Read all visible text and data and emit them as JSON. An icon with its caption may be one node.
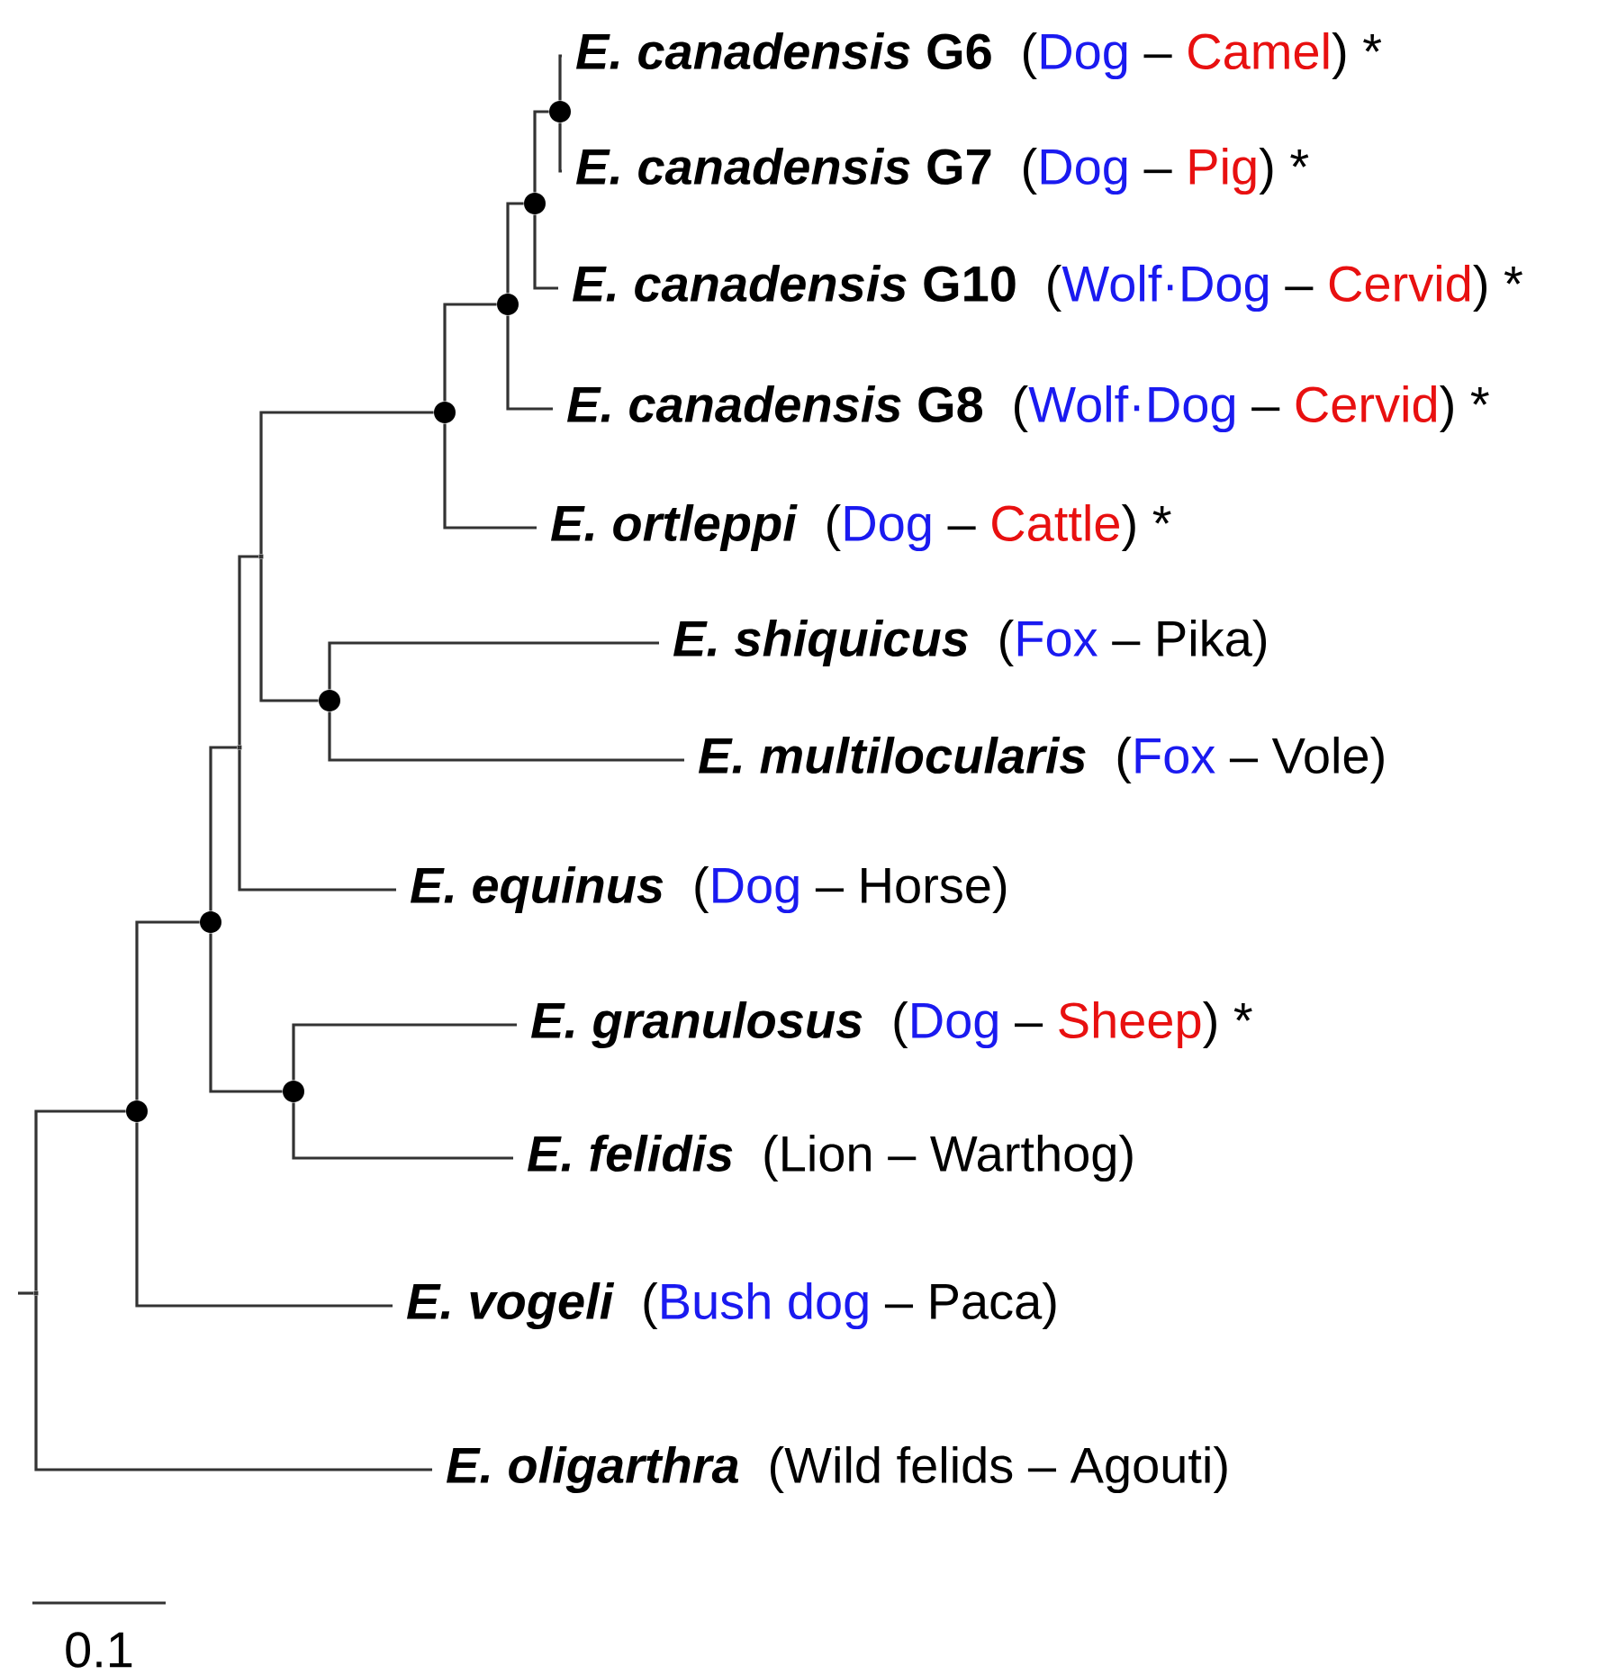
{
  "diagram": {
    "nodes": [
      {
        "text": [
          "*E. canadensis* G6",
          "(",
          "Dog",
          "–",
          "Camel",
          ")",
          "*"
        ]
      },
      {
        "text": [
          "*E. canadensis* G7",
          "(",
          "Dog",
          "–",
          "Pig",
          ")",
          "*"
        ]
      },
      {
        "text": [
          "*E. canadensis* G10",
          "(",
          "Wolf·Dog",
          "–",
          "Cervid",
          ")",
          "*"
        ]
      },
      {
        "text": [
          "*E. canadensis* G8",
          "(",
          "Wolf·Dog",
          "–",
          "Cervid",
          ")",
          "*"
        ]
      },
      {
        "text": [
          "E. ortleppi",
          "(",
          "Dog",
          "–",
          "Cattle",
          ")",
          "*"
        ]
      },
      {
        "text": [
          "E. shiquicus",
          "(",
          "Fox",
          "–",
          "Pika",
          ")"
        ]
      },
      {
        "text": [
          "E. multilocularis",
          "(",
          "Fox",
          "–",
          "Vole",
          ")"
        ]
      },
      {
        "text": [
          "E. equinus",
          "(",
          "Dog",
          "–",
          "Horse",
          ")"
        ]
      },
      {
        "text": [
          "E. granulosus",
          "(",
          "Dog",
          "–",
          "Sheep",
          ")",
          "*"
        ]
      },
      {
        "text": [
          "E. felidis",
          "(",
          "Lion",
          "–",
          "Warthog",
          ")"
        ]
      },
      {
        "text": [
          "E. vogeli",
          "(",
          "Bush dog",
          "–",
          "Paca",
          ")"
        ]
      },
      {
        "text": [
          "E. oligarthra",
          "(",
          "Wild felids",
          "–",
          "Agouti",
          ")"
        ]
      },
      {
        "text": [],
        "shape": "circle"
      },
      {
        "text": [],
        "shape": "circle"
      },
      {
        "text": [],
        "shape": "circle"
      },
      {
        "text": [],
        "shape": "circle"
      },
      {
        "text": [],
        "shape": "junction"
      },
      {
        "text": [],
        "shape": "circle"
      },
      {
        "text": [],
        "shape": "junction"
      },
      {
        "text": [],
        "shape": "circle"
      },
      {
        "text": [],
        "shape": "circle"
      },
      {
        "text": [],
        "shape": "circle"
      },
      {
        "text": [],
        "shape": "junction"
      }
    ],
    "edges": [
      {
        "from": 12,
        "to": 0,
        "arrow": "none"
      },
      {
        "from": 12,
        "to": 1,
        "arrow": "none"
      },
      {
        "from": 13,
        "to": 12,
        "arrow": "none"
      },
      {
        "from": 13,
        "to": 2,
        "arrow": "none"
      },
      {
        "from": 14,
        "to": 13,
        "arrow": "none"
      },
      {
        "from": 14,
        "to": 3,
        "arrow": "none"
      },
      {
        "from": 15,
        "to": 14,
        "arrow": "none"
      },
      {
        "from": 15,
        "to": 4,
        "arrow": "none"
      },
      {
        "from": 17,
        "to": 5,
        "arrow": "none"
      },
      {
        "from": 17,
        "to": 6,
        "arrow": "none"
      },
      {
        "from": 16,
        "to": 15,
        "arrow": "none"
      },
      {
        "from": 16,
        "to": 17,
        "arrow": "none"
      },
      {
        "from": 18,
        "to": 16,
        "arrow": "none"
      },
      {
        "from": 18,
        "to": 7,
        "arrow": "none"
      },
      {
        "from": 19,
        "to": 18,
        "arrow": "none"
      },
      {
        "from": 19,
        "to": 20,
        "arrow": "none"
      },
      {
        "from": 20,
        "to": 8,
        "arrow": "none"
      },
      {
        "from": 20,
        "to": 9,
        "arrow": "none"
      },
      {
        "from": 21,
        "to": 19,
        "arrow": "none"
      },
      {
        "from": 21,
        "to": 10,
        "arrow": "none"
      },
      {
        "from": 22,
        "to": 21,
        "arrow": "none"
      },
      {
        "from": 22,
        "to": 11,
        "arrow": "none"
      },
      {
        "from": null,
        "to": 22,
        "arrow": "none"
      }
    ],
    "labels": [
      "0.1"
    ]
  }
}
